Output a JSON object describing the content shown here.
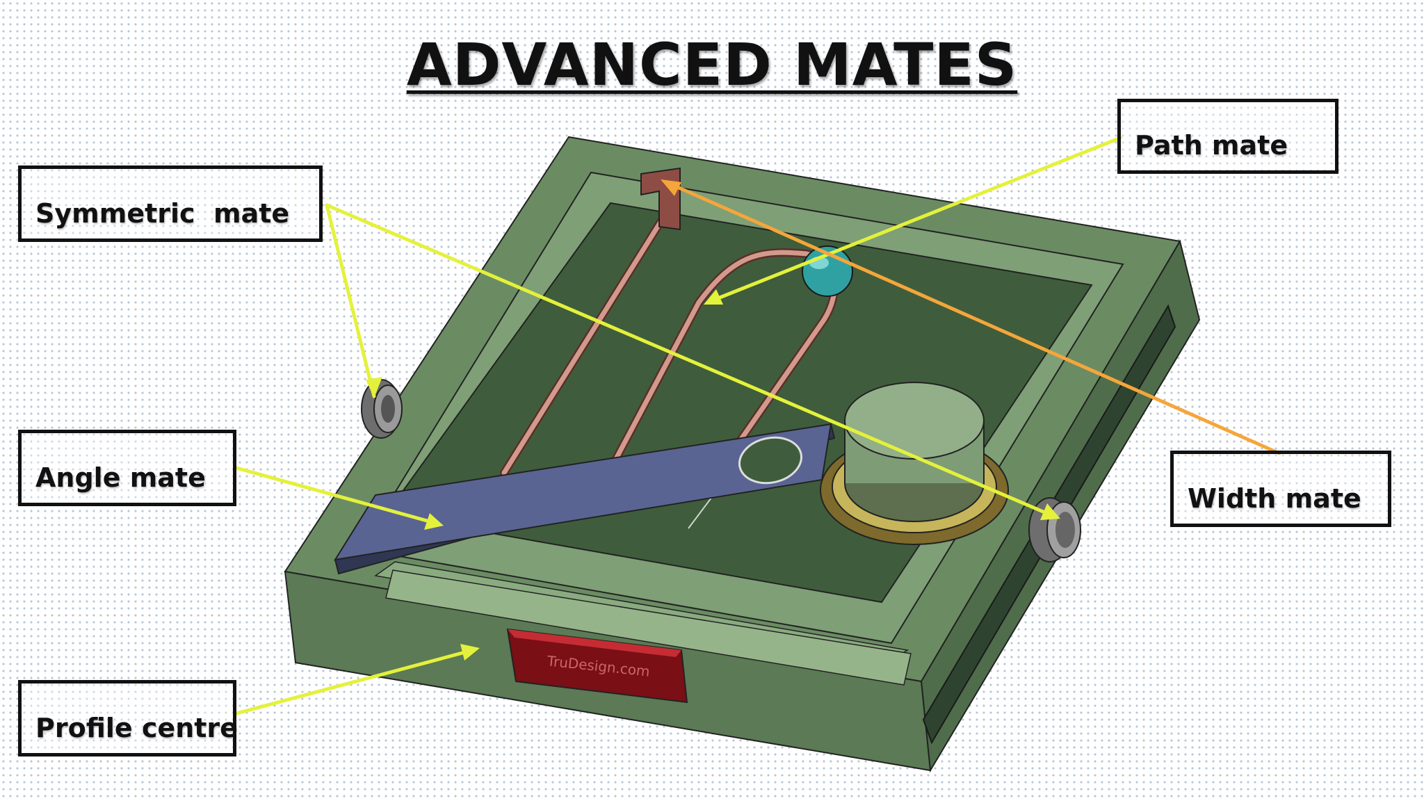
{
  "title": "ADVANCED MATES",
  "labels": {
    "symmetric": "Symmetric  mate",
    "path": "Path mate",
    "angle": "Angle mate",
    "width": "Width mate",
    "profile": "Profile centre"
  },
  "plate_text": "TruDesign.com",
  "colors": {
    "box_green": "#5e7f58",
    "pointer_yellow": "#e4f13c",
    "pointer_orange": "#f5a63a",
    "bar": "#4f5a86",
    "plate": "#b31e26",
    "rod": "#c2837a"
  }
}
